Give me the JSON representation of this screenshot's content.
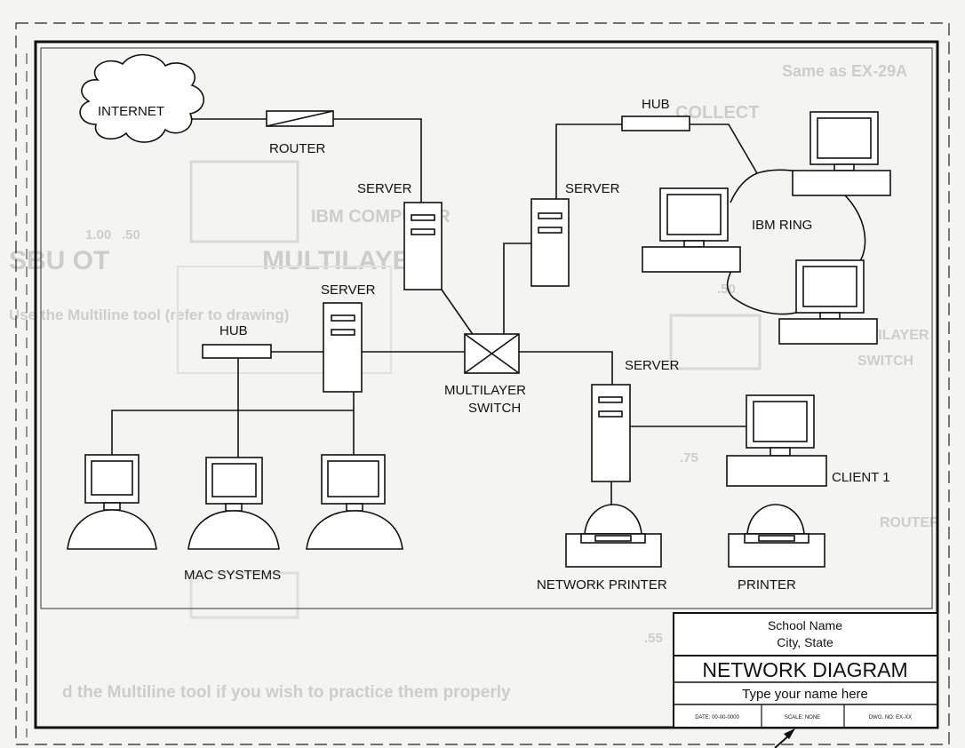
{
  "diagram": {
    "labels": {
      "internet": "INTERNET",
      "router": "ROUTER",
      "hub_top": "HUB",
      "hub_left": "HUB",
      "server_left": "SERVER",
      "server_mid_left": "SERVER",
      "server_mid_right": "SERVER",
      "server_bottom": "SERVER",
      "ibm_ring": "IBM RING",
      "switch_line1": "MULTILAYER",
      "switch_line2": "SWITCH",
      "mac_systems": "MAC SYSTEMS",
      "network_printer": "NETWORK PRINTER",
      "printer": "PRINTER",
      "client1": "CLIENT 1"
    },
    "title_block": {
      "school_name": "School Name",
      "city_state": "City, State",
      "title": "NETWORK DIAGRAM",
      "name_field": "Type your name here",
      "date": "DATE: 00-00-0000",
      "scale": "SCALE: NONE",
      "dwg_no": "DWG. NO. EX-XX"
    },
    "background_ghost_text": {
      "top_right": "Same as EX-29A",
      "collect": "COLLECT",
      "ibm_computer": "IBM COMPUTER",
      "multilayer_big": "MULTILAYER",
      "left_big": "SBU OT",
      "subtitle": "Use the Multiline tool (refer to drawing)",
      "dim1": "1.00",
      "dim2": ".50",
      "dim3": ".75",
      "dim4": ".50",
      "dim5": ".55",
      "multi_right": "MULTILAYER",
      "switch_right": "SWITCH",
      "router_right": "ROUTER",
      "bottom": "d the Multiline tool if you wish to practice them properly"
    }
  }
}
